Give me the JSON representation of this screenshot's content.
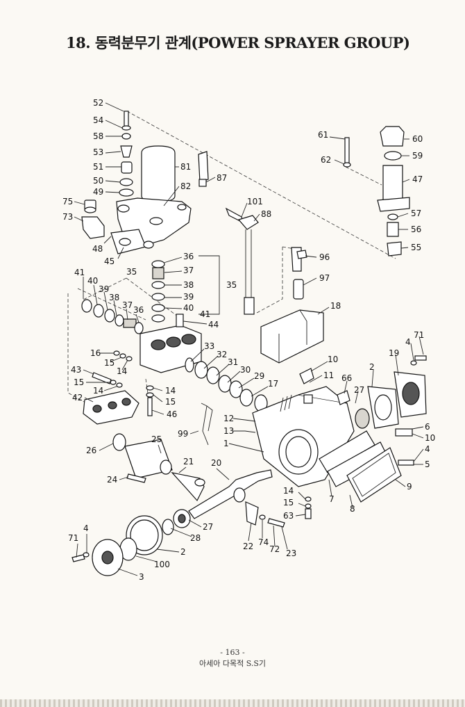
{
  "title": "18. 동력분무기 관계(POWER SPRAYER GROUP)",
  "page_number": "- 163 -",
  "footer": "아세아 다목적 S.S기",
  "callouts": {
    "c1": "52",
    "c2": "54",
    "c3": "58",
    "c4": "53",
    "c5": "51",
    "c6": "50",
    "c7": "49",
    "c8": "81",
    "c9": "82",
    "c10": "87",
    "c11": "75",
    "c12": "73",
    "c13": "48",
    "c14": "45",
    "c15": "61",
    "c16": "62",
    "c17": "60",
    "c18": "59",
    "c19": "47",
    "c20": "57",
    "c21": "56",
    "c22": "55",
    "c23": "101",
    "c24": "88",
    "c25": "96",
    "c26": "97",
    "c27": "18",
    "c28": "36",
    "c29": "37",
    "c30": "38",
    "c31": "39",
    "c32": "40",
    "c33": "41",
    "c34": "44",
    "c35": "35",
    "c36": "35",
    "c37": "41",
    "c38": "40",
    "c39": "39",
    "c40": "38",
    "c41": "37",
    "c42": "36",
    "c43": "16",
    "c44": "15",
    "c45": "14",
    "c46": "43",
    "c47": "15",
    "c48": "14",
    "c49": "42",
    "c50": "14",
    "c51": "15",
    "c52": "46",
    "c53": "33",
    "c54": "32",
    "c55": "31",
    "c56": "30",
    "c57": "29",
    "c58": "17",
    "c59": "10",
    "c60": "11",
    "c61": "66",
    "c62": "27",
    "c63": "2",
    "c64": "19",
    "c65": "4",
    "c66": "71",
    "c67": "12",
    "c68": "13",
    "c69": "1",
    "c70": "99",
    "c71": "6",
    "c72": "10",
    "c73": "4",
    "c74": "5",
    "c75": "9",
    "c76": "26",
    "c77": "25",
    "c78": "24",
    "c79": "21",
    "c80": "20",
    "c81": "14",
    "c82": "15",
    "c83": "63",
    "c84": "7",
    "c85": "8",
    "c86": "27",
    "c87": "28",
    "c88": "22",
    "c89": "74",
    "c90": "72",
    "c91": "23",
    "c92": "4",
    "c93": "71",
    "c94": "2",
    "c95": "100",
    "c96": "3"
  }
}
